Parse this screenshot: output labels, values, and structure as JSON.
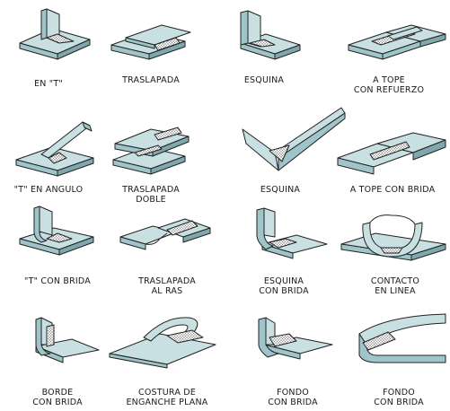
{
  "colors": {
    "plate_top": "#c9e0e3",
    "plate_side": "#9fc4c9",
    "plate_dark": "#7fa8ae",
    "outline": "#222222",
    "weld": "#ffffff"
  },
  "joints": [
    {
      "id": "t",
      "icon": "t-joint-icon",
      "lines": [
        "EN \"T\""
      ]
    },
    {
      "id": "lap",
      "icon": "lap-joint-icon",
      "lines": [
        "TRASLAPADA"
      ]
    },
    {
      "id": "corner",
      "icon": "corner-joint-icon",
      "lines": [
        "ESQUINA"
      ]
    },
    {
      "id": "butt-reinforced",
      "icon": "butt-joint-reinforced-icon",
      "lines": [
        "A TOPE",
        "CON REFUERZO"
      ]
    },
    {
      "id": "angled-t",
      "icon": "angled-t-joint-icon",
      "lines": [
        "\"T\" EN ANGULO"
      ]
    },
    {
      "id": "double-lap",
      "icon": "double-lap-joint-icon",
      "lines": [
        "TRASLAPADA",
        "DOBLE"
      ]
    },
    {
      "id": "open-corner",
      "icon": "open-corner-joint-icon",
      "lines": [
        "ESQUINA"
      ]
    },
    {
      "id": "flanged-butt",
      "icon": "flanged-butt-joint-icon",
      "lines": [
        "A TOPE CON BRIDA"
      ]
    },
    {
      "id": "flanged-t",
      "icon": "flanged-t-joint-icon",
      "lines": [
        "\"T\" CON BRIDA"
      ]
    },
    {
      "id": "flush-lap",
      "icon": "flush-lap-joint-icon",
      "lines": [
        "TRASLAPADA",
        "AL RAS"
      ]
    },
    {
      "id": "flanged-corner",
      "icon": "flanged-corner-joint-icon",
      "lines": [
        "ESQUINA",
        "CON BRIDA"
      ]
    },
    {
      "id": "line-contact",
      "icon": "line-contact-joint-icon",
      "lines": [
        "CONTACTO",
        "EN LINEA"
      ]
    },
    {
      "id": "flanged-edge",
      "icon": "flanged-edge-joint-icon",
      "lines": [
        "BORDE",
        "CON BRIDA"
      ]
    },
    {
      "id": "seam",
      "icon": "flat-lock-seam-icon",
      "lines": [
        "COSTURA DE",
        "ENGANCHE PLANA"
      ]
    },
    {
      "id": "flanged-bottom",
      "icon": "flanged-bottom-joint-icon",
      "lines": [
        "FONDO",
        "CON BRIDA"
      ]
    },
    {
      "id": "flanged-bottom-2",
      "icon": "curved-flanged-bottom-icon",
      "lines": [
        "FONDO",
        "CON BRIDA"
      ]
    }
  ]
}
